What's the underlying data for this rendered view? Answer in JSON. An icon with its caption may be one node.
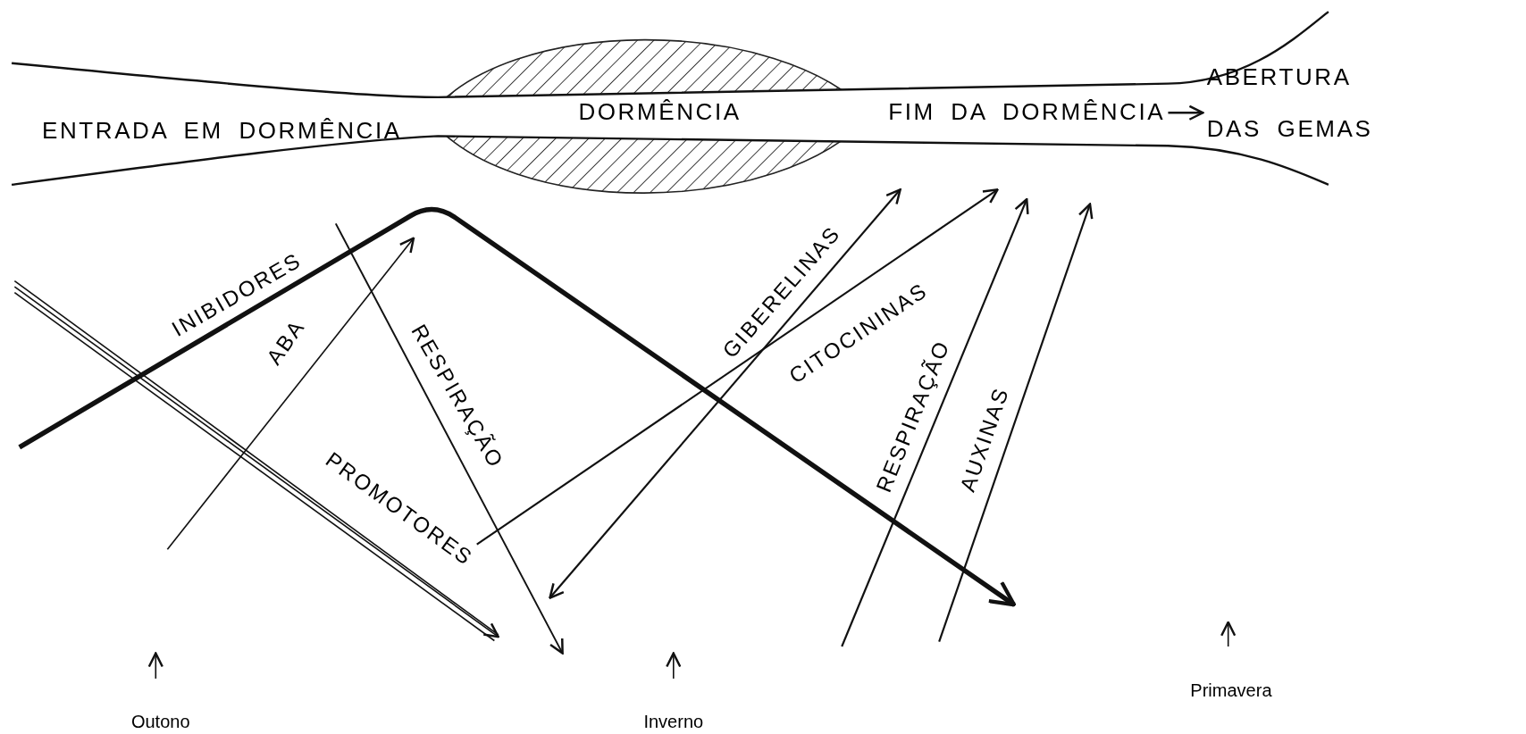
{
  "diagram": {
    "nodes": [
      {
        "text": [
          "ENTRADA EM DORMÊNCIA"
        ]
      },
      {
        "text": [
          "DORMÊNCIA"
        ]
      },
      {
        "text": [
          "FIM DA DORMÊNCIA"
        ]
      },
      {
        "text": [
          "ABERTURA DAS GEMAS"
        ]
      }
    ],
    "edges": [
      {
        "from": 2,
        "to": 3,
        "arrow": "to"
      }
    ],
    "labels": [
      "INIBIDORES",
      "ABA",
      "RESPIRAÇÃO",
      "PROMOTORES",
      "GIBERELINAS",
      "CITOCININAS",
      "RESPIRAÇÃO",
      "AUXINAS",
      "Outono",
      "Inverno",
      "Primavera"
    ]
  }
}
